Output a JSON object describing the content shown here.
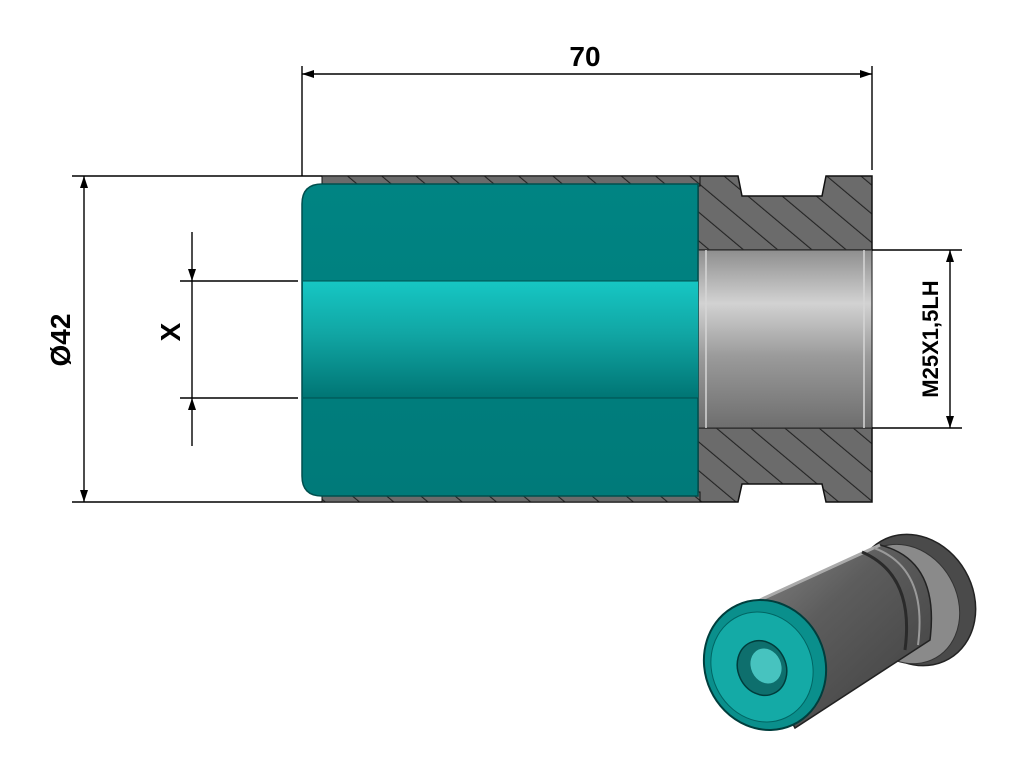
{
  "dimensions": {
    "length": "70",
    "diameter": "Ø42",
    "bore": "X",
    "thread": "M25X1,5LH"
  },
  "colors": {
    "teal_body": "#00807f",
    "teal_highlight": "#12c2c0",
    "teal_dark": "#006665",
    "steel_hatch_fill": "#6a6a6a",
    "hatch_lines": "#2a2a2a",
    "thread_bore": "#b5b5b5",
    "dimension_line": "#000000"
  }
}
